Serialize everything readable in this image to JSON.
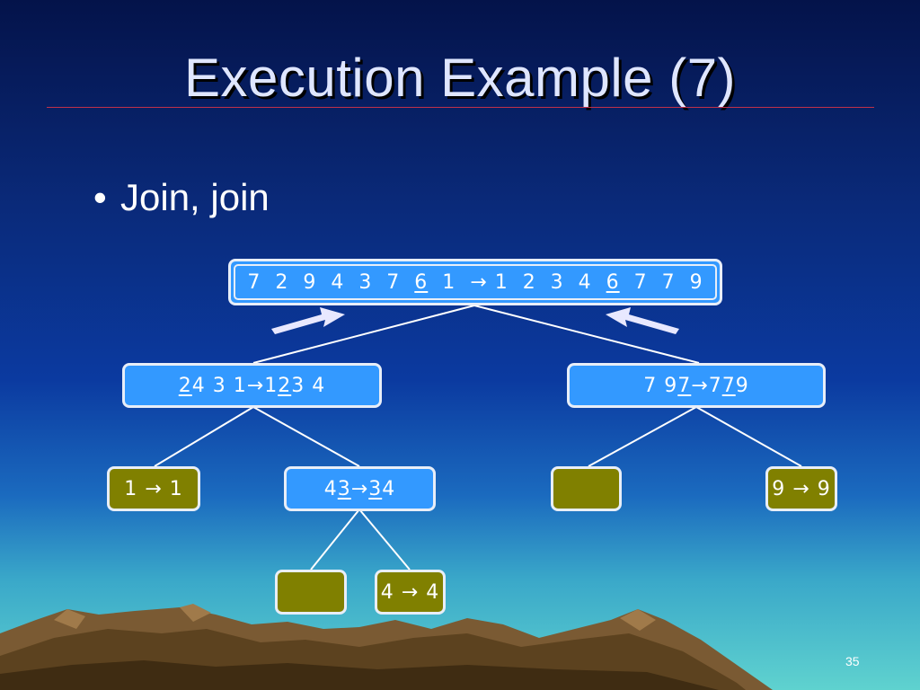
{
  "slide": {
    "title": "Execution Example (7)",
    "bullet": "Join, join",
    "page_number": "35"
  },
  "tree": {
    "root": {
      "in": [
        "7",
        "2",
        "9",
        "4",
        "3",
        "7",
        "6",
        "1"
      ],
      "pivot": "6",
      "out": [
        "1",
        "2",
        "3",
        "4",
        "6",
        "7",
        "7",
        "9"
      ]
    },
    "left": {
      "text_a": "2",
      "text_b": "4 3 1",
      "arrow": "→",
      "text_c": "1",
      "text_d": "2",
      "text_e": "3 4"
    },
    "right": {
      "text_a": "7 9",
      "text_b": "7",
      "arrow": "→",
      "text_c": "7",
      "text_d": "7",
      "text_e": "9"
    },
    "ll": {
      "text": "1 → 1"
    },
    "lr": {
      "text_a": "4",
      "text_b": "3",
      "arrow": "→",
      "text_c": "3",
      "text_d": "4"
    },
    "rl": {
      "text": ""
    },
    "rr": {
      "text": "9 → 9"
    },
    "lrl": {
      "text": ""
    },
    "lrr": {
      "text": "4 → 4"
    }
  },
  "colors": {
    "node_active": "#3399ff",
    "node_leaf": "#808000",
    "arrow": "#e8e8ff"
  }
}
